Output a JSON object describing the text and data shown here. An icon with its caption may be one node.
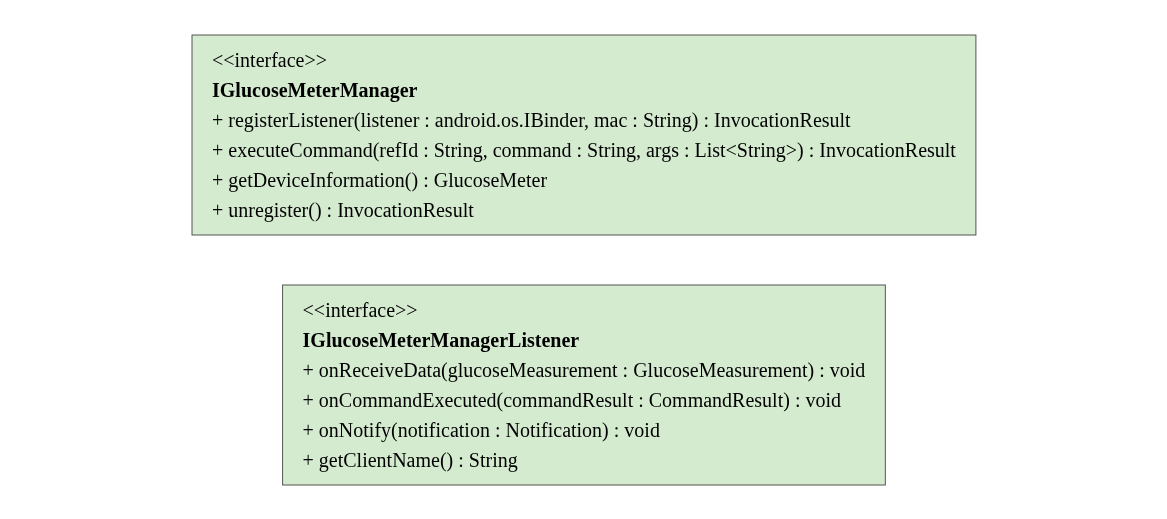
{
  "diagram": {
    "nodes": [
      {
        "text": [
          "<<interface>>",
          "IGlucoseMeterManager",
          "+ registerListener(listener : android.os.IBinder, mac : String) : InvocationResult",
          "+ executeCommand(refId : String, command : String, args : List<String>) : InvocationResult",
          "+ getDeviceInformation() : GlucoseMeter",
          "+ unregister() : InvocationResult"
        ]
      },
      {
        "text": [
          "<<interface>>",
          "IGlucoseMeterManagerListener",
          "+ onReceiveData(glucoseMeasurement : GlucoseMeasurement) : void",
          "+ onCommandExecuted(commandResult : CommandResult) : void",
          "+ onNotify(notification : Notification) : void",
          "+ getClientName() : String"
        ]
      }
    ],
    "edges": []
  }
}
